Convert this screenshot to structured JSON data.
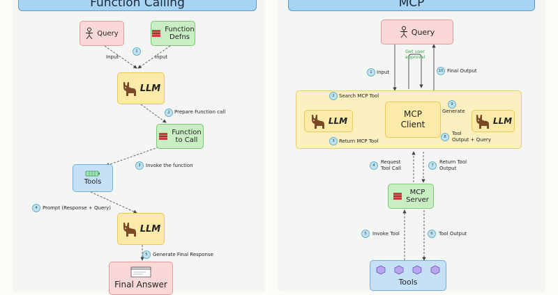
{
  "left": {
    "title": "Function Calling",
    "query": "Query",
    "function_defns": "Function\nDefns",
    "input_left": "Input",
    "input_right": "Input",
    "step1": "1",
    "llm1": "LLM",
    "step2": "2",
    "prepare": "Prepare Function call",
    "function_to_call": "Function\nto Call",
    "step3": "3",
    "invoke": "Invoke the function",
    "tools": "Tools",
    "step4": "4",
    "prompt": "Prompt (Response + Query)",
    "llm2": "LLM",
    "step5": "5",
    "generate_final": "Generate Final Response",
    "final_answer": "Final Answer"
  },
  "right": {
    "title": "MCP",
    "query": "Query",
    "get_approval": "Get user\napproval",
    "step1": "1",
    "input": "Input",
    "step10": "10",
    "final_output": "Final Output",
    "step2": "2",
    "search_tool": "Search MCP Tool",
    "llm_left": "LLM",
    "mcp_client": "MCP\nClient",
    "step9": "9",
    "generate": "Generate",
    "llm_right": "LLM",
    "step3": "3",
    "return_tool": "Return MCP Tool",
    "step8": "8",
    "tool_output_query": "Tool\nOutput + Query",
    "step4": "4",
    "request_tool_call": "Request\nTool Call",
    "step7": "7",
    "return_tool_output": "Return Tool\nOutput",
    "mcp_server": "MCP\nServer",
    "step5": "5",
    "invoke_tool": "Invoke Tool",
    "step6": "6",
    "tool_output": "Tool Output",
    "tools": "Tools"
  },
  "colors": {
    "header": "#a6d4f2",
    "query": "#fbd8d8",
    "function": "#c9eec4",
    "llm": "#fbeaa8",
    "tools": "#c6e1f7",
    "approval_text": "#3aa04a"
  },
  "icons": [
    "stick-figure-icon",
    "stack-icon",
    "llama-icon",
    "battery-icon",
    "hexagon-icon",
    "window-icon"
  ]
}
